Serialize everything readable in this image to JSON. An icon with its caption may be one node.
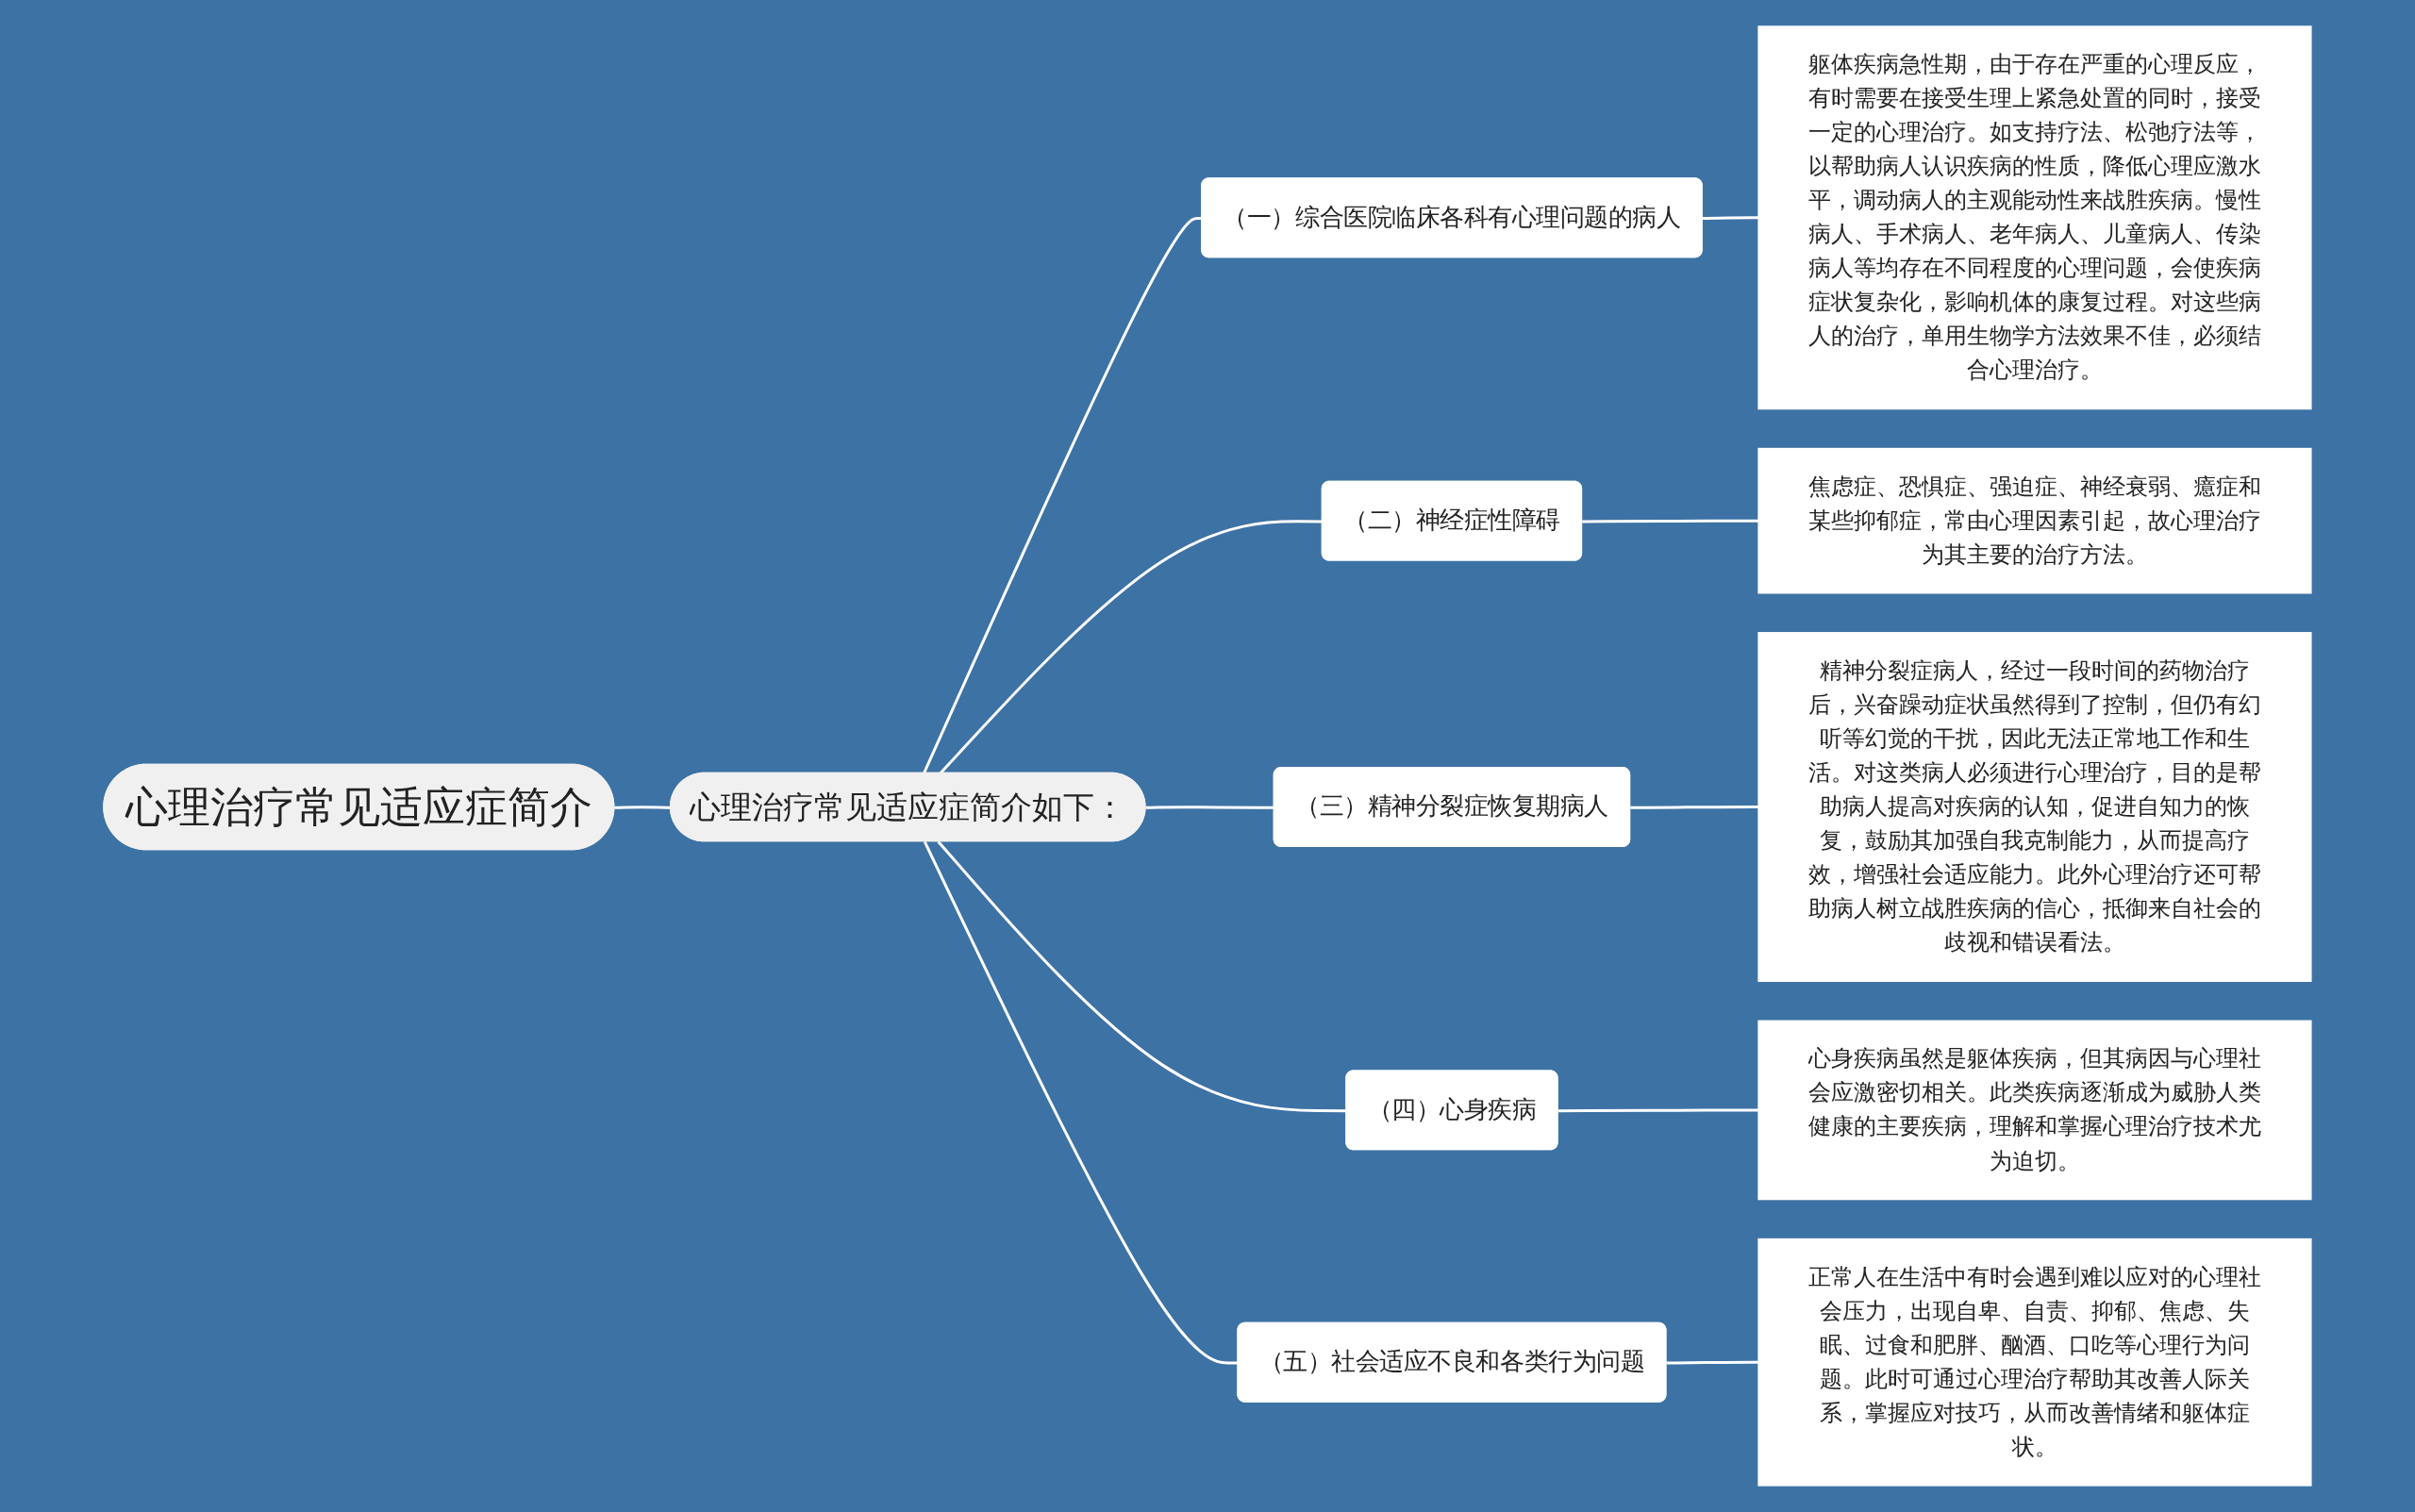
{
  "diagram": {
    "nodes": [
      {
        "text": [
          "心理治疗常见适应症简介"
        ]
      },
      {
        "text": [
          "心理治疗常见适应症简介如下："
        ]
      },
      {
        "text": [
          "（一）综合医院临床各科有心理问题的病人"
        ]
      },
      {
        "text": [
          "躯体疾病急性期，由于存在严重的心理反应，有时需要在接受生理上紧急处置的同时，接受一定的心理治疗。如支持疗法、松弛疗法等，以帮助病人认识疾病的性质，降低心理应激水平，调动病人的主观能动性来战胜疾病。慢性病人、手术病人、老年病人、儿童病人、传染病人等均存在不同程度的心理问题，会使疾病症状复杂化，影响机体的康复过程。对这些病人的治疗，单用生物学方法效果不佳，必须结合心理治疗。"
        ]
      },
      {
        "text": [
          "（二）神经症性障碍"
        ]
      },
      {
        "text": [
          "焦虑症、恐惧症、强迫症、神经衰弱、癔症和某些抑郁症，常由心理因素引起，故心理治疗为其主要的治疗方法。"
        ]
      },
      {
        "text": [
          "（三）精神分裂症恢复期病人"
        ]
      },
      {
        "text": [
          "精神分裂症病人，经过一段时间的药物治疗后，兴奋躁动症状虽然得到了控制，但仍有幻听等幻觉的干扰，因此无法正常地工作和生活。对这类病人必须进行心理治疗，目的是帮助病人提高对疾病的认知，促进自知力的恢复，鼓励其加强自我克制能力，从而提高疗效，增强社会适应能力。此外心理治疗还可帮助病人树立战胜疾病的信心，抵御来自社会的歧视和错误看法。"
        ]
      },
      {
        "text": [
          "（四）心身疾病"
        ]
      },
      {
        "text": [
          "心身疾病虽然是躯体疾病，但其病因与心理社会应激密切相关。此类疾病逐渐成为威胁人类健康的主要疾病，理解和掌握心理治疗技术尤为迫切。"
        ]
      },
      {
        "text": [
          "（五）社会适应不良和各类行为问题"
        ]
      },
      {
        "text": [
          "正常人在生活中有时会遇到难以应对的心理社会压力，出现自卑、自责、抑郁、焦虑、失眠、过食和肥胖、酗酒、口吃等心理行为问题。此时可通过心理治疗帮助其改善人际关系，掌握应对技巧，从而改善情绪和躯体症状。"
        ]
      }
    ],
    "edges": [
      {
        "from": 0,
        "to": 1,
        "arrow": "none"
      },
      {
        "from": 1,
        "to": 2,
        "arrow": "none"
      },
      {
        "from": 1,
        "to": 4,
        "arrow": "none"
      },
      {
        "from": 1,
        "to": 6,
        "arrow": "none"
      },
      {
        "from": 1,
        "to": 8,
        "arrow": "none"
      },
      {
        "from": 1,
        "to": 10,
        "arrow": "none"
      },
      {
        "from": 2,
        "to": 3,
        "arrow": "none"
      },
      {
        "from": 4,
        "to": 5,
        "arrow": "none"
      },
      {
        "from": 6,
        "to": 7,
        "arrow": "none"
      },
      {
        "from": 8,
        "to": 9,
        "arrow": "none"
      },
      {
        "from": 10,
        "to": 11,
        "arrow": "none"
      }
    ]
  }
}
